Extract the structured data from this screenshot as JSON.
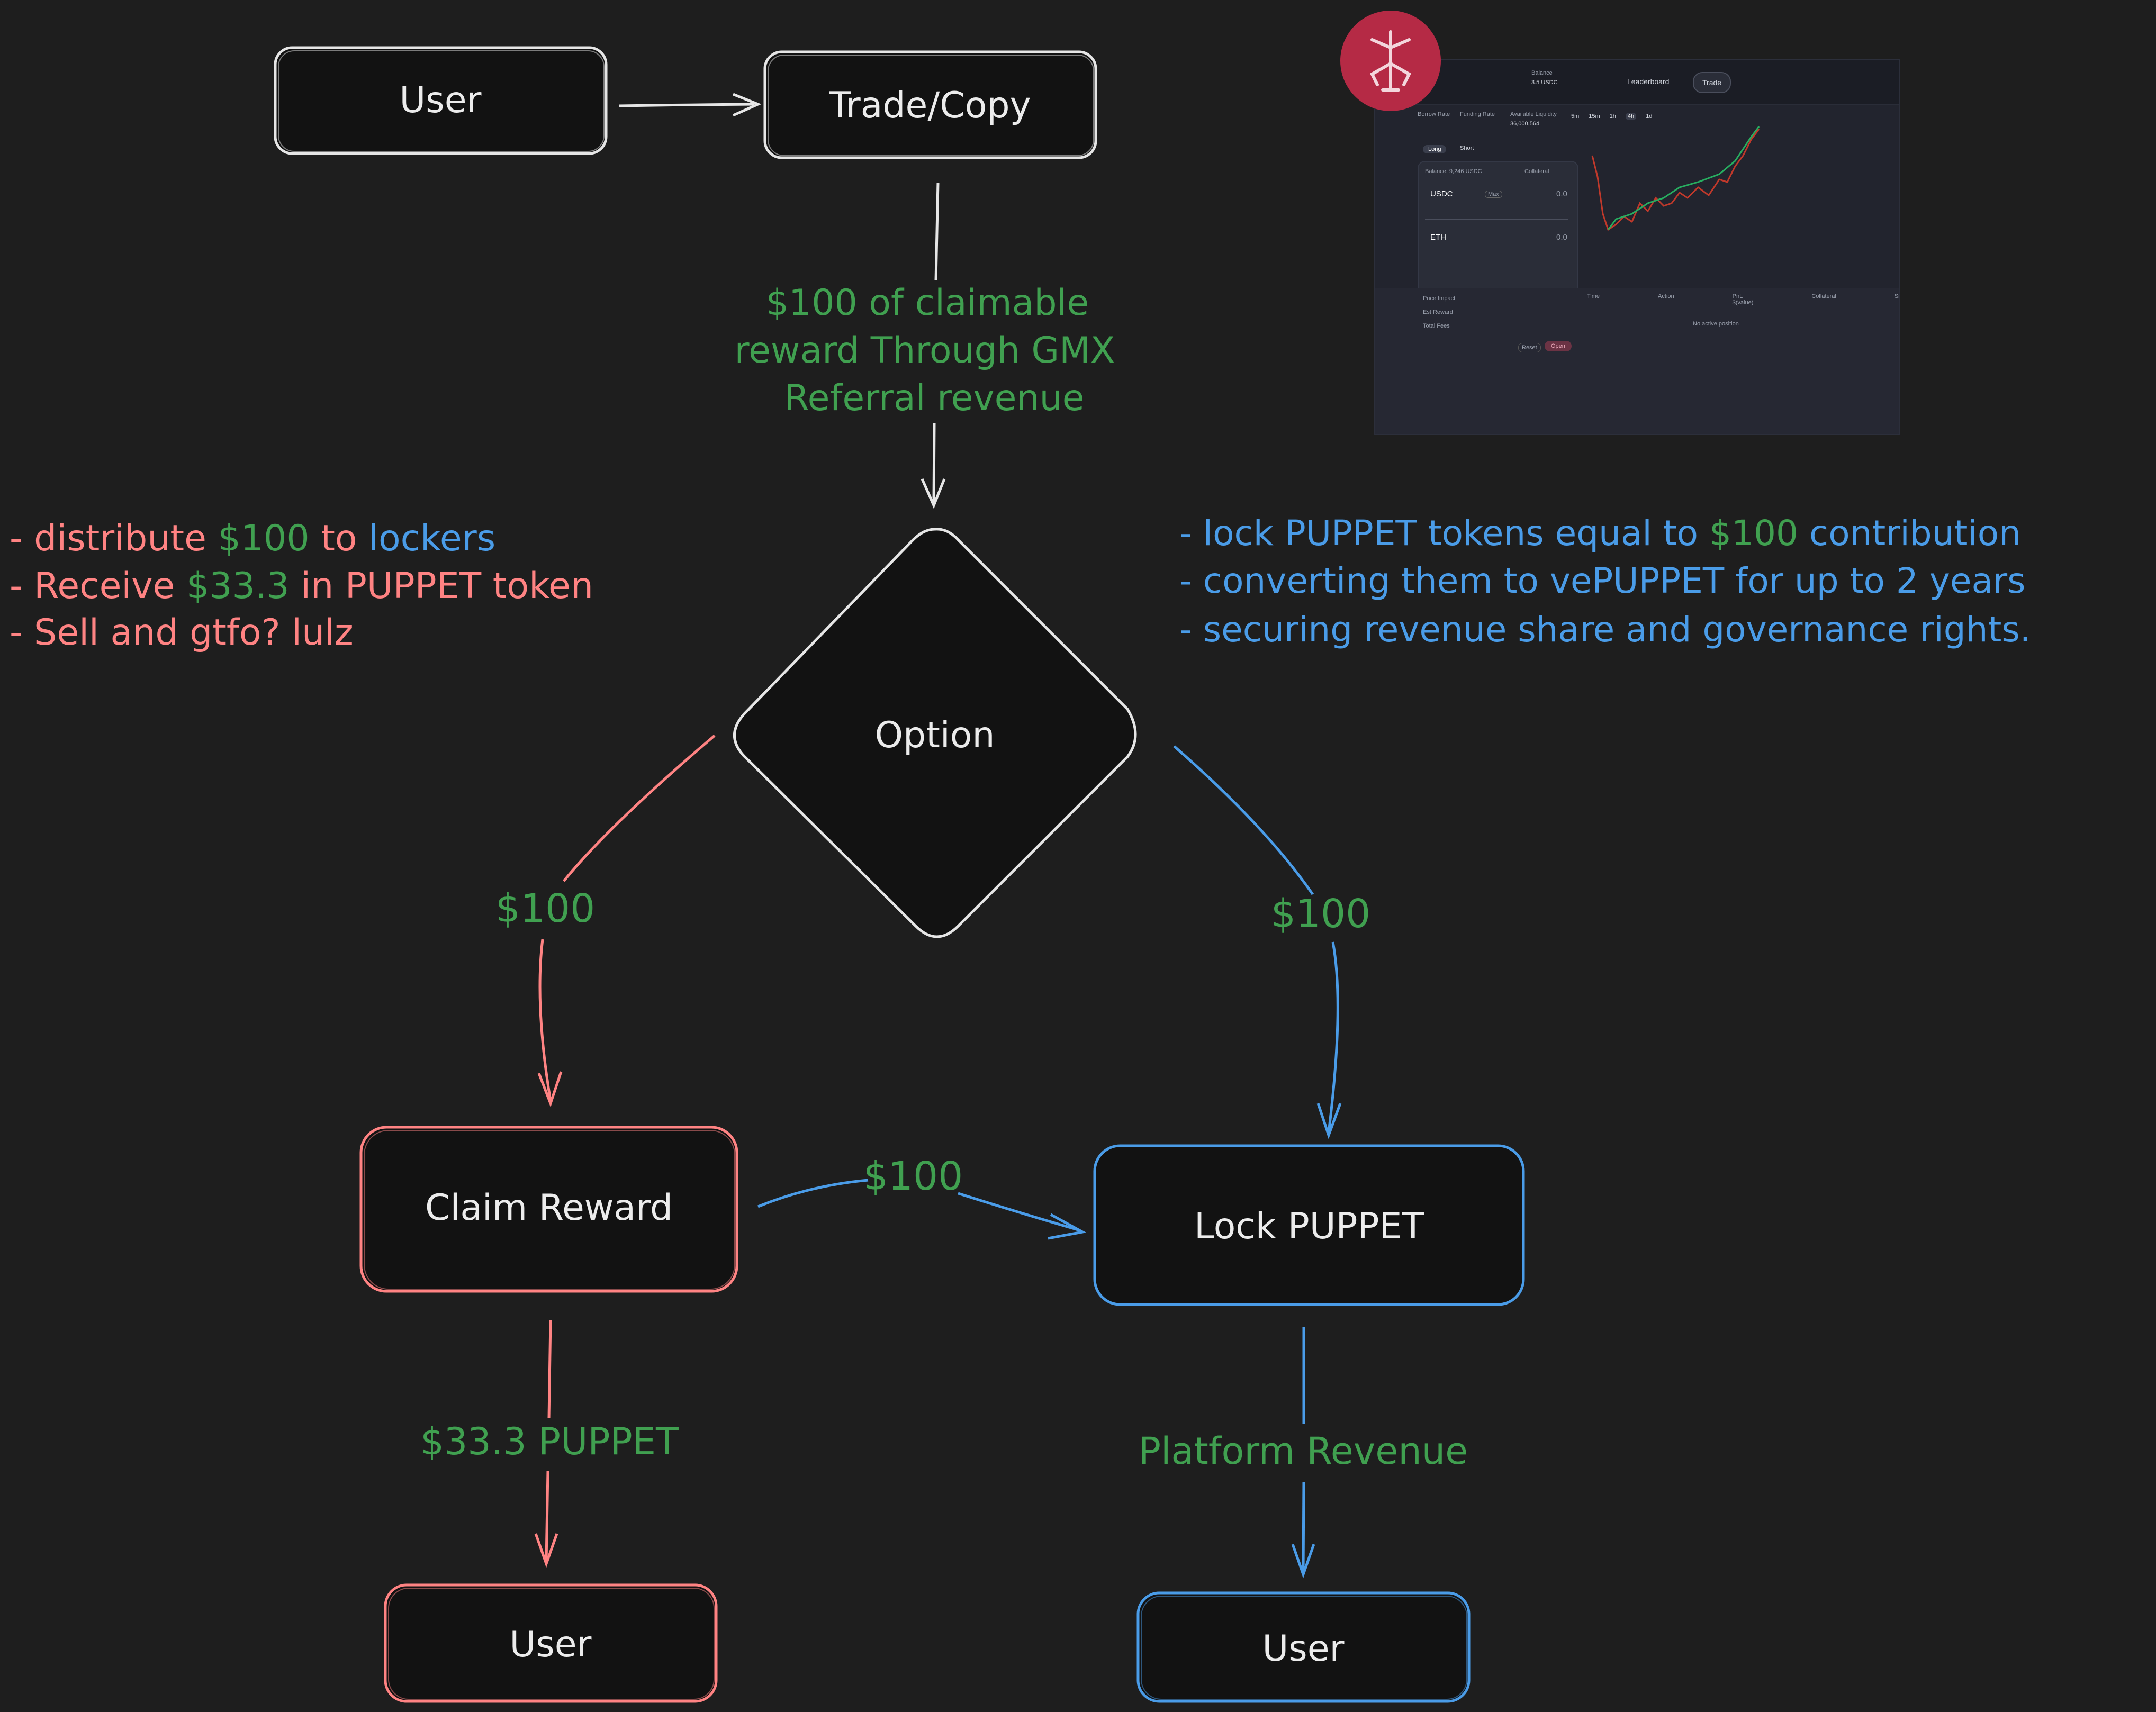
{
  "nodes": {
    "user_top": "User",
    "trade_copy": "Trade/Copy",
    "option": "Option",
    "claim_reward": "Claim Reward",
    "lock_puppet": "Lock PUPPET",
    "user_bottom_left": "User",
    "user_bottom_right": "User"
  },
  "edge_labels": {
    "reward_line1": "$100 of claimable",
    "reward_line2": "reward Through GMX",
    "reward_line3": "Referral revenue",
    "left_branch": "$100",
    "right_branch": "$100",
    "claim_to_lock": "$100",
    "claim_to_user": "$33.3 PUPPET",
    "lock_to_user": "Platform Revenue"
  },
  "left_notes": {
    "line1_prefix": "- distribute ",
    "line1_amount": "$100",
    "line1_mid": " to ",
    "line1_target": "lockers",
    "line2_prefix": "- Receive ",
    "line2_amount": "$33.3",
    "line2_suffix": " in PUPPET token",
    "line3": "- Sell and gtfo? lulz"
  },
  "right_notes": {
    "line1_prefix": "- lock PUPPET tokens equal to ",
    "line1_amount": "$100",
    "line1_suffix": " contribution",
    "line2": "- converting them to vePUPPET for up to 2 years",
    "line3": "- securing revenue share and governance rights."
  },
  "screenshot": {
    "leaderboard": "Leaderboard",
    "trade": "Trade",
    "balance_label": "Balance",
    "balance_value": "3.5 USDC",
    "borrow_rate": "Borrow Rate",
    "funding_rate": "Funding Rate",
    "available_liquidity": "Available Liquidity",
    "liquidity_value": "36,000,564",
    "timeframes": [
      "5m",
      "15m",
      "1h",
      "4h",
      "1d"
    ],
    "long": "Long",
    "short": "Short",
    "usdc": "USDC",
    "eth": "ETH",
    "balance_line": "Balance: 9,246 USDC",
    "collateral": "Collateral",
    "zero": "0.0",
    "max": "Max",
    "no_positions": "No active position",
    "reset": "Reset",
    "open": "Open",
    "table_headers": [
      "Time",
      "Action",
      "PnL $(value)",
      "Collateral",
      "Size"
    ],
    "info_rows": [
      "Price Impact",
      "Est Reward",
      "Total Fees"
    ]
  },
  "colors": {
    "background": "#1e1e1e",
    "box_fill": "#121212",
    "white_stroke": "#e6e6e6",
    "red": "#ff8383",
    "blue": "#4a9ce8",
    "green": "#40a050",
    "logo_red": "#b52a45"
  }
}
